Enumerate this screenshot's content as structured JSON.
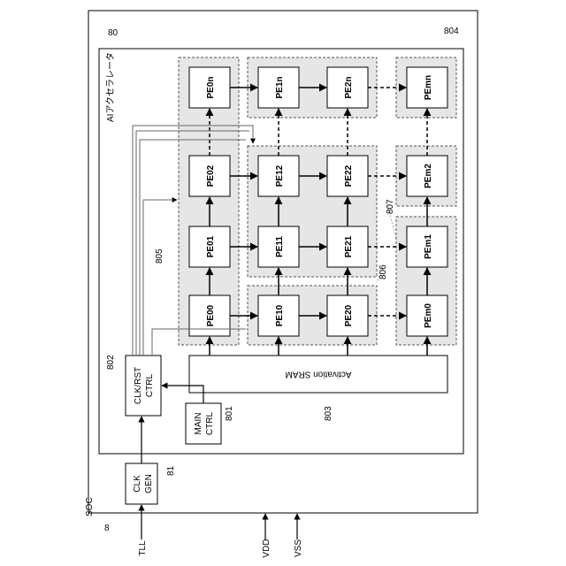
{
  "refs": {
    "soc_ref": "8",
    "soc": "SOC",
    "accel_ref": "80",
    "accel": "AIアクセラレータ",
    "clkgen_ref": "81",
    "clkrst_ref": "802",
    "mainctrl_ref": "801",
    "sram_ref": "803",
    "g804": "804",
    "g805": "805",
    "g806": "806",
    "g807": "807"
  },
  "blocks": {
    "clkgen_l1": "CLK",
    "clkgen_l2": "GEN",
    "clkrst_l1": "CLK/RST",
    "clkrst_l2": "CTRL",
    "main_l1": "MAIN",
    "main_l2": "CTRL",
    "sram": "Activation SRAM"
  },
  "pins": {
    "tll": "TLL",
    "vdd": "VDD",
    "vss": "VSS"
  },
  "pe": {
    "r0": [
      "PE00",
      "PE10",
      "PE20",
      "PEm0"
    ],
    "r1": [
      "PE01",
      "PE11",
      "PE21",
      "PEm1"
    ],
    "r2": [
      "PE02",
      "PE12",
      "PE22",
      "PEm2"
    ],
    "rn": [
      "PE0n",
      "PE1n",
      "PE2n",
      "PEmn"
    ]
  }
}
